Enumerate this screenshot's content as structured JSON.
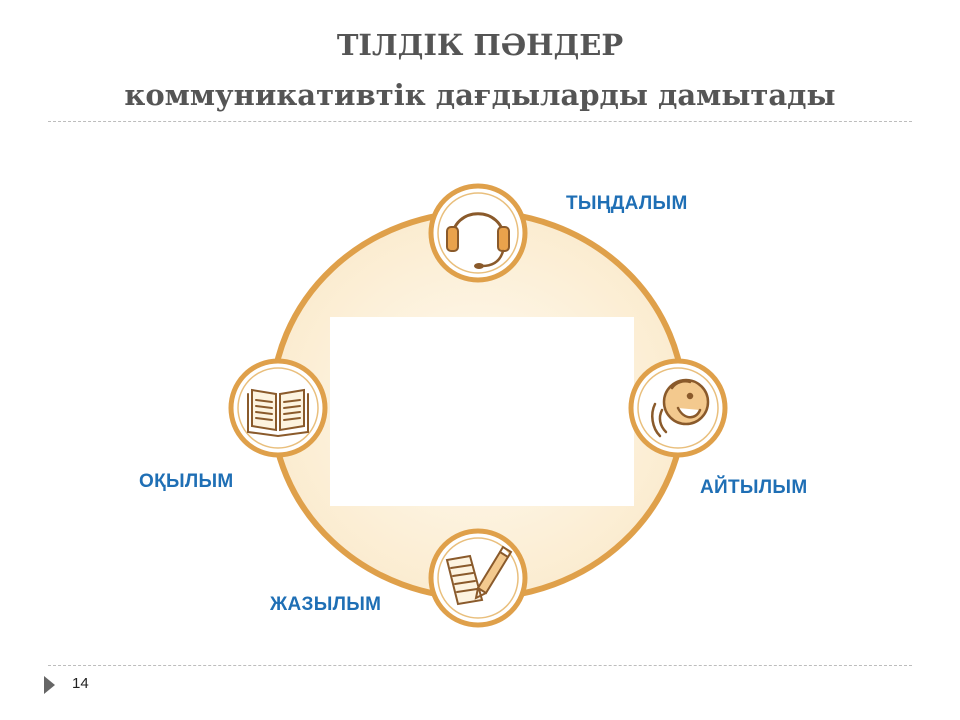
{
  "title": {
    "line1": "ТІЛДІК ПӘНДЕР",
    "line2": "коммуникативтік дағдыларды дамытады"
  },
  "diagram": {
    "skills": [
      {
        "id": "listening",
        "label": "ТЫҢДАЛЫМ",
        "icon": "headphones-icon"
      },
      {
        "id": "speaking",
        "label": "АЙТЫЛЫМ",
        "icon": "speaking-face-icon"
      },
      {
        "id": "writing",
        "label": "ЖАЗЫЛЫМ",
        "icon": "pen-paper-icon"
      },
      {
        "id": "reading",
        "label": "ОҚЫЛЫМ",
        "icon": "open-book-icon"
      }
    ],
    "colors": {
      "ring": "#dfa04a",
      "ring_fill": "#fdf3df",
      "label": "#1f6fb5"
    }
  },
  "footer": {
    "page_number": "14"
  }
}
